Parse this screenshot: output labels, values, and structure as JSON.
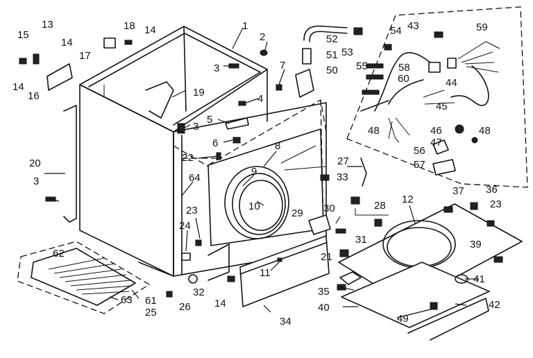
{
  "diagram": {
    "labels": [
      "1",
      "2",
      "3",
      "3",
      "3",
      "4",
      "5",
      "6",
      "7",
      "8",
      "9",
      "10",
      "11",
      "12",
      "13",
      "14",
      "14",
      "14",
      "14",
      "15",
      "16",
      "17",
      "18",
      "19",
      "20",
      "21",
      "22",
      "23",
      "23",
      "24",
      "25",
      "26",
      "27",
      "28",
      "29",
      "30",
      "31",
      "32",
      "33",
      "34",
      "35",
      "36",
      "37",
      "39",
      "40",
      "41",
      "42",
      "43",
      "44",
      "45",
      "46",
      "47",
      "48",
      "48",
      "49",
      "50",
      "51",
      "52",
      "53",
      "54",
      "55",
      "56",
      "57",
      "58",
      "59",
      "60",
      "61",
      "62",
      "63",
      "64"
    ]
  }
}
